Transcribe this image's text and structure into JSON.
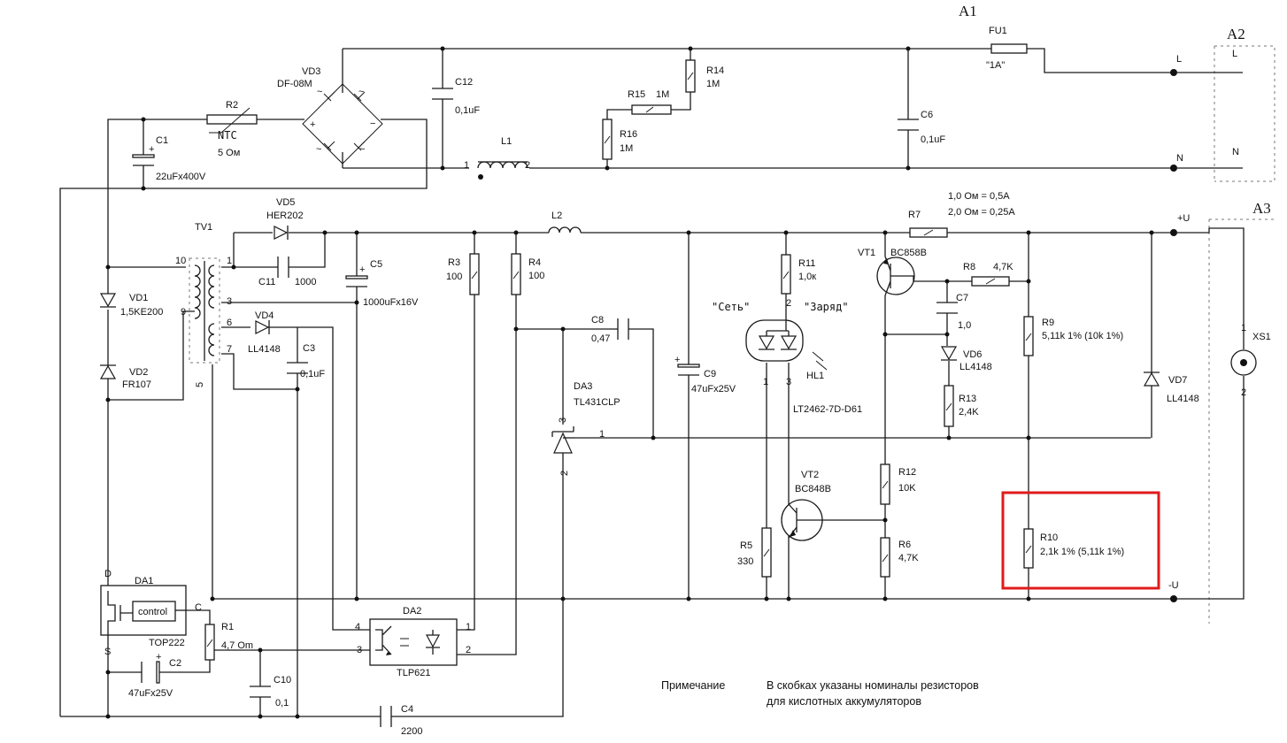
{
  "blocks": {
    "a1": "A1",
    "a2": "A2",
    "a3": "A3"
  },
  "terminals": {
    "l_in": "L",
    "n_in": "N",
    "l_out": "L",
    "n_out": "N",
    "plus_u": "+U",
    "minus_u": "-U"
  },
  "fu1": {
    "ref": "FU1",
    "value": "\"1A\""
  },
  "vd3": {
    "ref": "VD3",
    "value": "DF-08M"
  },
  "c12": {
    "ref": "C12",
    "value": "0,1uF"
  },
  "r14": {
    "ref": "R14",
    "value": "1M"
  },
  "r15": {
    "ref": "R15",
    "value": "1M"
  },
  "r16": {
    "ref": "R16",
    "value": "1M"
  },
  "c6": {
    "ref": "C6",
    "value": "0,1uF"
  },
  "r2": {
    "ref": "R2",
    "ntc": "NTC",
    "value": "5 Ом"
  },
  "c1": {
    "ref": "C1",
    "value": "22uFx400V"
  },
  "l1": {
    "ref": "L1",
    "pin1": "1",
    "pin2": "2"
  },
  "vd5": {
    "ref": "VD5",
    "value": "HER202"
  },
  "tv1": {
    "ref": "TV1",
    "pins": [
      "10",
      "1",
      "3",
      "9",
      "6",
      "7",
      "5"
    ]
  },
  "c11": {
    "ref": "C11",
    "value": "1000"
  },
  "c5": {
    "ref": "C5",
    "value": "1000uFx16V"
  },
  "vd4": {
    "ref": "VD4",
    "value": "LL4148"
  },
  "c3": {
    "ref": "C3",
    "value": "0,1uF"
  },
  "vd1": {
    "ref": "VD1",
    "value": "1,5KE200"
  },
  "vd2": {
    "ref": "VD2",
    "value": "FR107"
  },
  "r3": {
    "ref": "R3",
    "value": "100"
  },
  "r4": {
    "ref": "R4",
    "value": "100"
  },
  "l2": {
    "ref": "L2"
  },
  "c8": {
    "ref": "C8",
    "value": "0,47"
  },
  "da3": {
    "ref": "DA3",
    "value": "TL431CLP",
    "pins": [
      "3",
      "1",
      "2"
    ]
  },
  "c9": {
    "ref": "C9",
    "value": "47uFx25V"
  },
  "r11": {
    "ref": "R11",
    "value": "1,0к"
  },
  "hl1": {
    "ref": "HL1",
    "value": "LT2462-7D-D61",
    "label_net": "\"Сеть\"",
    "label_charge": "\"Заряд\"",
    "pins": [
      "2",
      "1",
      "3"
    ]
  },
  "r7": {
    "ref": "R7",
    "note1": "1,0 Ом = 0,5А",
    "note2": "2,0 Ом = 0,25А"
  },
  "vt1": {
    "ref": "VT1",
    "value": "BC858B"
  },
  "r8": {
    "ref": "R8",
    "value": "4,7K"
  },
  "c7": {
    "ref": "C7",
    "value": "1,0"
  },
  "vd6": {
    "ref": "VD6",
    "value": "LL4148"
  },
  "r13": {
    "ref": "R13",
    "value": "2,4K"
  },
  "r9": {
    "ref": "R9",
    "value": "5,11k 1% (10k 1%)"
  },
  "vd7": {
    "ref": "VD7",
    "value": "LL4148"
  },
  "xs1": {
    "ref": "XS1",
    "pin1": "1",
    "pin2": "2"
  },
  "vt2": {
    "ref": "VT2",
    "value": "BC848B"
  },
  "r12": {
    "ref": "R12",
    "value": "10K"
  },
  "r6": {
    "ref": "R6",
    "value": "4,7K"
  },
  "r5": {
    "ref": "R5",
    "value": "330"
  },
  "r10": {
    "ref": "R10",
    "value": "2,1k 1% (5,11k 1%)"
  },
  "da1": {
    "ref": "DA1",
    "value": "TOP222",
    "block": "control",
    "pin_d": "D",
    "pin_s": "S",
    "pin_c": "C"
  },
  "r1": {
    "ref": "R1",
    "value": "4,7 Om"
  },
  "c2": {
    "ref": "C2",
    "value": "47uFx25V"
  },
  "c10": {
    "ref": "C10",
    "value": "0,1"
  },
  "da2": {
    "ref": "DA2",
    "value": "TLP621",
    "pins": [
      "4",
      "3",
      "1",
      "2"
    ]
  },
  "c4": {
    "ref": "C4",
    "value": "2200"
  },
  "note": {
    "title": "Примечание",
    "line1": "В скобках указаны номиналы резисторов",
    "line2": "для кислотных аккумуляторов"
  }
}
